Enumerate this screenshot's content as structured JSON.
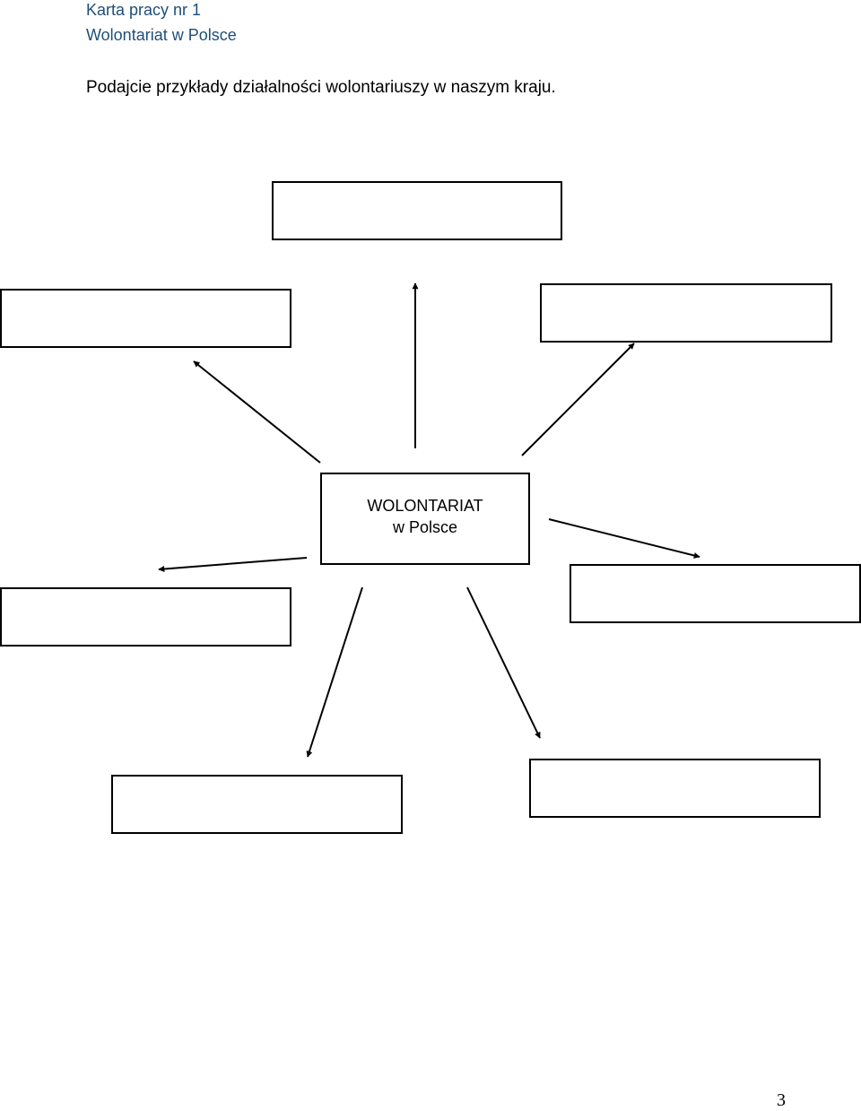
{
  "header": {
    "worksheet_title": "Karta pracy nr 1",
    "topic": "Wolontariat w Polsce",
    "title_color": "#1f4e79"
  },
  "instruction": "Podajcie przykłady działalności wolontariuszy w naszym kraju.",
  "diagram": {
    "center_line1": "WOLONTARIAT",
    "center_line2": "w Polsce"
  },
  "footer": {
    "page_number": "3"
  }
}
